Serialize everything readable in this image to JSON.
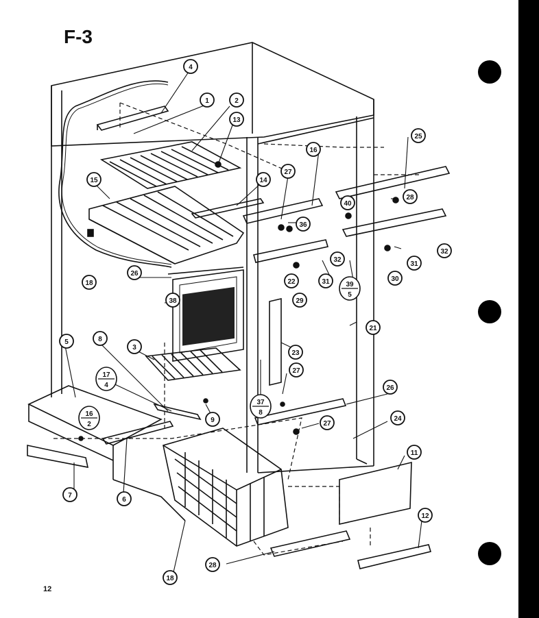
{
  "page": {
    "title": "F-3",
    "number": "12"
  },
  "diagram": {
    "callouts": [
      {
        "id": "c1",
        "text": "1"
      },
      {
        "id": "c2",
        "text": "2"
      },
      {
        "id": "c3",
        "text": "3"
      },
      {
        "id": "c4",
        "text": "4"
      },
      {
        "id": "c5",
        "text": "5"
      },
      {
        "id": "c6",
        "text": "6"
      },
      {
        "id": "c7",
        "text": "7"
      },
      {
        "id": "c8",
        "text": "8"
      },
      {
        "id": "c9",
        "text": "9"
      },
      {
        "id": "c11",
        "text": "11"
      },
      {
        "id": "c12",
        "text": "12"
      },
      {
        "id": "c13",
        "text": "13"
      },
      {
        "id": "c14",
        "text": "14"
      },
      {
        "id": "c15",
        "text": "15"
      },
      {
        "id": "c16",
        "text": "16"
      },
      {
        "id": "c18a",
        "text": "18"
      },
      {
        "id": "c18b",
        "text": "18"
      },
      {
        "id": "c21",
        "text": "21"
      },
      {
        "id": "c22",
        "text": "22"
      },
      {
        "id": "c23",
        "text": "23"
      },
      {
        "id": "c24",
        "text": "24"
      },
      {
        "id": "c25",
        "text": "25"
      },
      {
        "id": "c26a",
        "text": "26"
      },
      {
        "id": "c26b",
        "text": "26"
      },
      {
        "id": "c27a",
        "text": "27"
      },
      {
        "id": "c27b",
        "text": "27"
      },
      {
        "id": "c27c",
        "text": "27"
      },
      {
        "id": "c28",
        "text": "28"
      },
      {
        "id": "c29",
        "text": "29"
      },
      {
        "id": "c30",
        "text": "30"
      },
      {
        "id": "c31a",
        "text": "31"
      },
      {
        "id": "c31b",
        "text": "31"
      },
      {
        "id": "c32a",
        "text": "32"
      },
      {
        "id": "c32b",
        "text": "32"
      },
      {
        "id": "c36",
        "text": "36"
      },
      {
        "id": "c38",
        "text": "38"
      },
      {
        "id": "c40",
        "text": "40"
      },
      {
        "id": "c28b",
        "text": "28"
      }
    ],
    "fractions": [
      {
        "id": "f17",
        "top": "17",
        "bottom": "4"
      },
      {
        "id": "f16",
        "top": "16",
        "bottom": "2"
      },
      {
        "id": "f37",
        "top": "37",
        "bottom": "8"
      },
      {
        "id": "f39",
        "top": "39",
        "bottom": "5"
      }
    ]
  }
}
